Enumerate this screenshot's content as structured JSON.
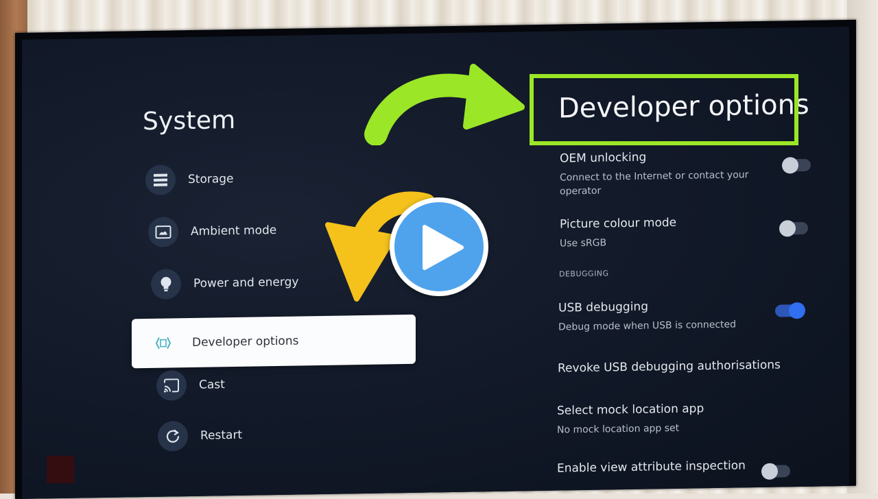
{
  "menu": {
    "title": "System",
    "items": [
      {
        "label": "Storage",
        "icon": "storage-icon"
      },
      {
        "label": "Ambient mode",
        "icon": "ambient-icon"
      },
      {
        "label": "Power and energy",
        "icon": "bulb-icon"
      },
      {
        "label": "Developer options",
        "icon": "developer-icon",
        "selected": true
      },
      {
        "label": "Cast",
        "icon": "cast-icon"
      },
      {
        "label": "Restart",
        "icon": "restart-icon"
      }
    ]
  },
  "panel": {
    "title": "Developer options",
    "options": [
      {
        "title": "OEM unlocking",
        "subtitle": "Connect to the Internet or contact your operator",
        "toggle": false
      },
      {
        "title": "Picture colour mode",
        "subtitle": "Use sRGB",
        "toggle": false
      },
      {
        "title": "USB debugging",
        "subtitle": "Debug mode when USB is connected",
        "toggle": true
      },
      {
        "title": "Revoke USB debugging authorisations",
        "subtitle": ""
      },
      {
        "title": "Select mock location app",
        "subtitle": "No mock location app set"
      },
      {
        "title": "Enable view attribute inspection",
        "subtitle": "",
        "toggle": false
      }
    ],
    "section_debugging": "DEBUGGING"
  },
  "colors": {
    "highlight_green": "#9be627",
    "arrow_yellow": "#f4c21b",
    "play_blue": "#4fa3ec",
    "toggle_on": "#2f6ff0"
  }
}
